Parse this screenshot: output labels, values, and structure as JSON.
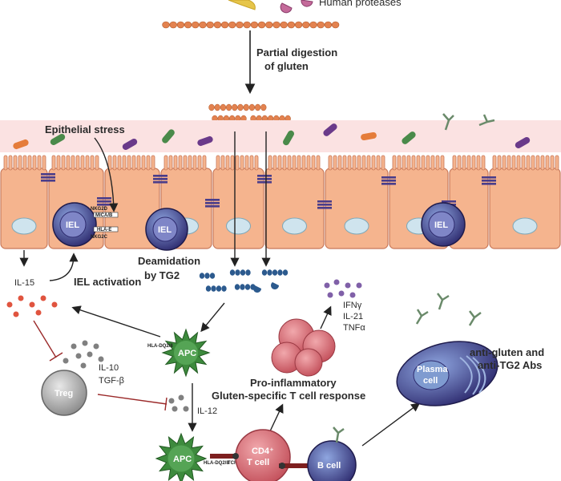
{
  "labels": {
    "human_proteases": "Human proteases",
    "partial_digestion_1": "Partial digestion",
    "partial_digestion_2": "of gluten",
    "epithelial_stress": "Epithelial stress",
    "deamidation_1": "Deamidation",
    "deamidation_2": "by TG2",
    "il15": "IL-15",
    "iel_activation": "IEL activation",
    "il10": "IL-10",
    "tgfb": "TGF-β",
    "il12": "IL-12",
    "ifng": "IFNγ",
    "il21": "IL-21",
    "tnfa": "TNFα",
    "proinflam_1": "Pro-inflammatory",
    "proinflam_2": "Gluten-specific T cell response",
    "abs_1": "anti-gluten and",
    "abs_2": "anti-TG2 Abs",
    "plasma_1": "Plasma",
    "plasma_2": "cell",
    "iel": "IEL",
    "apc": "APC",
    "treg": "Treg",
    "cd4_1": "CD4⁺",
    "cd4_2": "T cell",
    "bcell": "B cell",
    "nkg2d": "NKG2D",
    "mica": "MICA/B",
    "hlae": "HLA-E",
    "nkg2c": "NKG2C",
    "hla_dq2": "HLA-DQ2/8",
    "tcr": "TCR"
  },
  "colors": {
    "epithelium": "#f5b48e",
    "epithelium_stroke": "#c8785a",
    "lumen": "#fbe2e2",
    "nucleus": "#cfe4ee",
    "iel": "#3d3a7d",
    "apc": "#3d8a3d",
    "gluten": "#e3824f",
    "deamidated": "#2c5a8e",
    "cytokine_red": "#e0543f",
    "cytokine_purple": "#8060a8",
    "cytokine_gray": "#808080",
    "plasma": "#4a8ac8",
    "bcell": "#3a6ea8",
    "cd4": "#cc6666",
    "treg": "#999999",
    "inhibit": "#9b2a2a"
  }
}
